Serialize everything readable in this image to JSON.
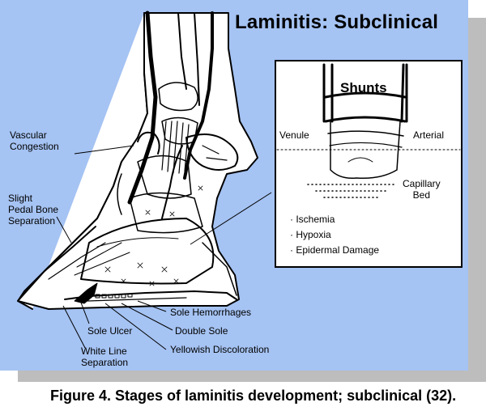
{
  "title": "Laminitis: Subclinical",
  "caption": "Figure 4.  Stages of laminitis development; subclinical (32).",
  "colors": {
    "background": "#a5c3f3",
    "inset": "#ffffff",
    "line": "#000000",
    "shadow": "#bdbdbd"
  },
  "labels": {
    "vascular_congestion": [
      "Vascular",
      "Congestion"
    ],
    "pedal_bone": [
      "Slight",
      "Pedal Bone",
      "Separation"
    ],
    "sole_hemorrhages": "Sole Hemorrhages",
    "double_sole": "Double Sole",
    "yellowish": "Yellowish Discoloration",
    "sole_ulcer": "Sole Ulcer",
    "white_line": [
      "White Line",
      "Separation"
    ]
  },
  "inset": {
    "shunts": "Shunts",
    "venule": "Venule",
    "arterial": "Arterial",
    "capillary_bed": [
      "Capillary",
      "Bed"
    ],
    "effects": [
      "Ischemia",
      "Hypoxia",
      "Epidermal Damage"
    ]
  }
}
